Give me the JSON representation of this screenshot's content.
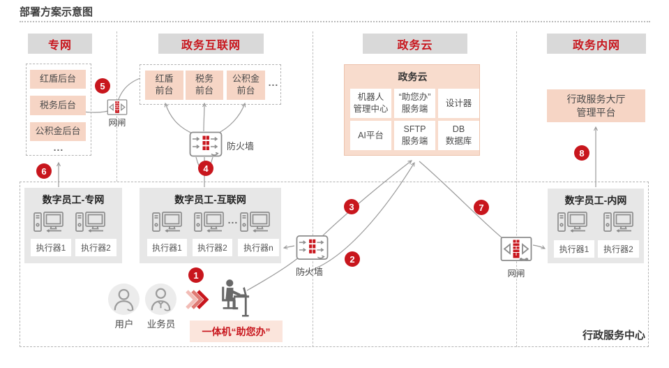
{
  "title": "部署方案示意图",
  "zones": {
    "z1": "专网",
    "z2": "政务互联网",
    "z3": "政务云",
    "z4": "政务内网"
  },
  "ellipsis": "...",
  "private_net": {
    "backends": [
      "红盾后台",
      "税务后台",
      "公积金后台"
    ]
  },
  "internet_net": {
    "frontends": [
      "红盾\n前台",
      "税务\n前台",
      "公积金\n前台"
    ]
  },
  "cloud": {
    "title": "政务云",
    "cells": [
      "机器人\n管理中心",
      "“助您办”\n服务端",
      "设计器",
      "AI平台",
      "SFTP\n服务端",
      "DB\n数据库"
    ]
  },
  "intranet": {
    "platform": "行政服务大厅\n管理平台"
  },
  "devices": {
    "gateway1": "网闸",
    "gateway2": "网闸",
    "firewall1": "防火墙",
    "firewall2": "防火墙"
  },
  "workers": {
    "private": {
      "title": "数字员工-专网",
      "executors": [
        "执行器1",
        "执行器2"
      ]
    },
    "internet": {
      "title": "数字员工-互联网",
      "executors": [
        "执行器1",
        "执行器2",
        "执行器n"
      ]
    },
    "intranet": {
      "title": "数字员工-内网",
      "executors": [
        "执行器1",
        "执行器2"
      ]
    }
  },
  "actors": {
    "user": "用户",
    "clerk": "业务员"
  },
  "kiosk": {
    "label": "一体机“助您办”"
  },
  "footer": {
    "center": "行政服务中心"
  },
  "steps": {
    "s1": "1",
    "s2": "2",
    "s3": "3",
    "s4": "4",
    "s5": "5",
    "s6": "6",
    "s7": "7",
    "s8": "8"
  },
  "colors": {
    "accent": "#c8161d",
    "salmon": "#f6d5c5",
    "header_bg": "#d9d9d9",
    "line": "#9a9a9a"
  }
}
